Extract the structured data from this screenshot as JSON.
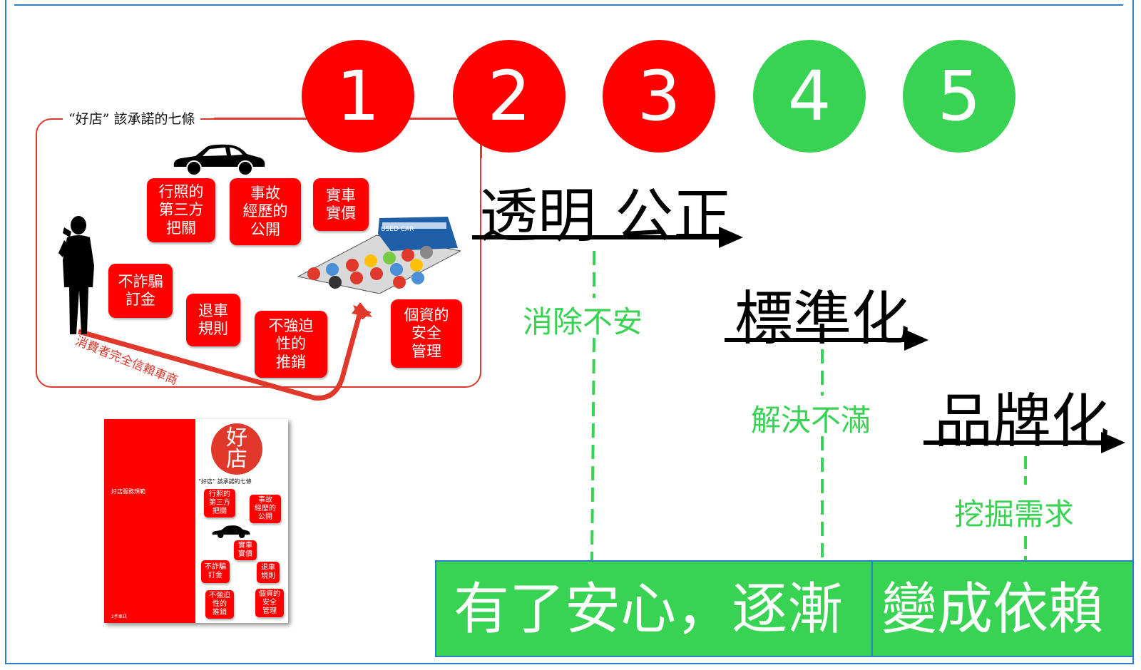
{
  "steps": [
    {
      "number": "1",
      "color": "#ff0000"
    },
    {
      "number": "2",
      "color": "#ff0000"
    },
    {
      "number": "3",
      "color": "#ff0000"
    },
    {
      "number": "4",
      "color": "#39d353"
    },
    {
      "number": "5",
      "color": "#39d353"
    }
  ],
  "promise_panel": {
    "title": "“好店” 該承諾的七條",
    "items": [
      "行照的\n第三方\n把關",
      "事故\n經歷的\n公開",
      "實車\n實價",
      "不詐騙\n訂金",
      "退車\n規則",
      "不強迫\n性的\n推銷",
      "個資的\n安全\n管理"
    ],
    "diagonal_label": "消費者完全信賴車商",
    "store_sign": "USED CAR"
  },
  "book": {
    "logo_text": "好\n店",
    "subtitle": "“好店” 該承諾的七條",
    "spine_text": "好店服務規範",
    "publisher": "2手車訊",
    "items": [
      "行照的\n第三方\n把關",
      "事故\n經歷的\n公開",
      "實車\n實價",
      "不詐騙\n訂金",
      "退車\n規則",
      "不強迫\n性的\n推銷",
      "個資的\n安全\n管理"
    ]
  },
  "stages": [
    {
      "label": "透明 公正",
      "note": "消除不安"
    },
    {
      "label": "標準化",
      "note": "解決不滿"
    },
    {
      "label": "品牌化",
      "note": "挖掘需求"
    }
  ],
  "bottom_bar": {
    "left_text": "有了安心，逐漸",
    "right_text": "變成依賴"
  },
  "colors": {
    "red": "#ff0000",
    "green": "#39d353",
    "frame_blue": "#2d7ec4",
    "outline_red": "#e0392b"
  }
}
